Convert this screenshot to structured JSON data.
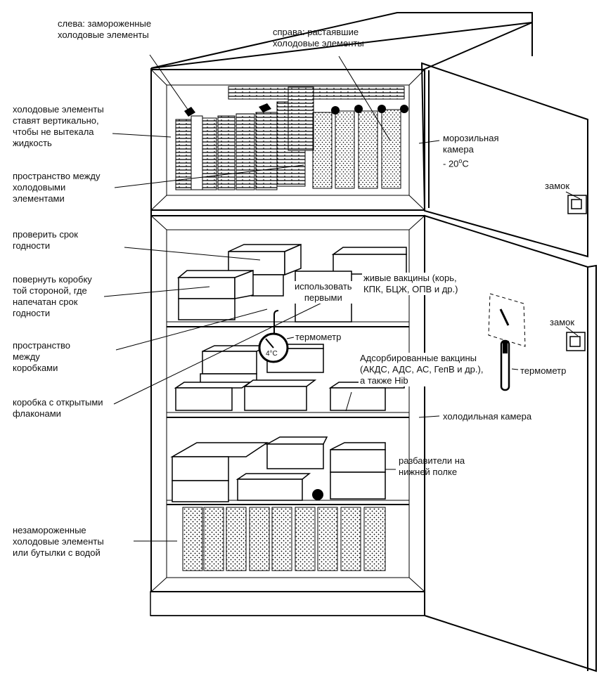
{
  "labels": {
    "frozen_left": [
      "слева: замороженные",
      "холодовые элементы"
    ],
    "thawed_right": [
      "справа: растаявшие",
      "холодовые элементы"
    ],
    "vertical": [
      "холодовые элементы",
      "ставят вертикально,",
      "чтобы не вытекала",
      "жидкость"
    ],
    "space_between_elements": [
      "пространство между",
      "холодовыми",
      "элементами"
    ],
    "check_expiry": [
      "проверить срок",
      "годности"
    ],
    "turn_box": [
      "повернуть коробку",
      "той стороной, где",
      "напечатан срок",
      "годности"
    ],
    "space_between_boxes": [
      "пространство",
      "между",
      "коробками"
    ],
    "open_vials_box": [
      "коробка с открытыми",
      "флаконами"
    ],
    "unfrozen_elements": [
      "незамороженные",
      "холодовые элементы",
      "или бутылки с водой"
    ],
    "freezer": [
      "морозильная",
      "камера"
    ],
    "freezer_temp_prefix": "- 20",
    "freezer_temp_unit": "С",
    "degree_mark": "о",
    "lock_top": "замок",
    "lock_bottom": "замок",
    "use_first": [
      "использовать",
      "первыми"
    ],
    "live_vaccines": [
      "живые вакцины (корь,",
      "КПК, БЦЖ, ОПВ и др.)"
    ],
    "thermometer_dial": "термометр",
    "dial_reading": "4°C",
    "adsorbed": [
      "Адсорбированные вакцины",
      "(АКДС, АДС, АС, ГепВ и др.),",
      "а также Hib"
    ],
    "thermometer_door": "термометр",
    "fridge_chamber": "холодильная камера",
    "diluents": [
      "разбавители на",
      "нижней полке"
    ]
  }
}
